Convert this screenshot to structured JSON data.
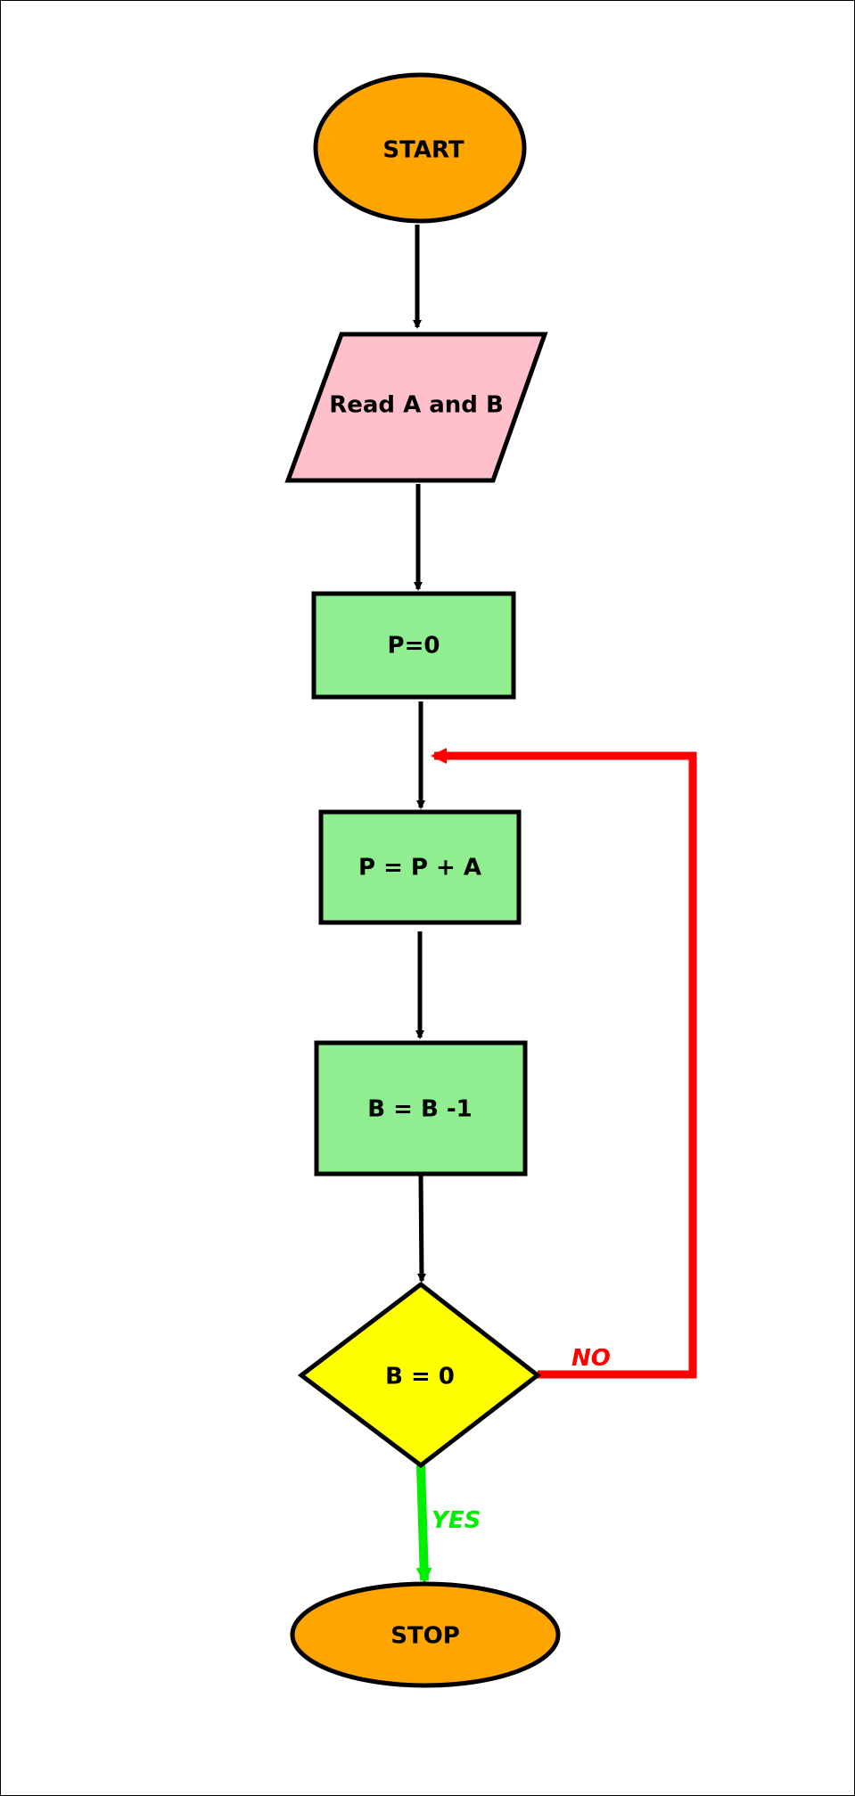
{
  "nodes": {
    "start": {
      "label": "START",
      "shape": "terminal",
      "fill": "#FFA500"
    },
    "input": {
      "label": "Read A and B",
      "shape": "input-output",
      "fill": "#FFC0CB"
    },
    "init": {
      "label": "P=0",
      "shape": "process",
      "fill": "#90EE90"
    },
    "add": {
      "label": "P = P + A",
      "shape": "process",
      "fill": "#90EE90"
    },
    "decrement": {
      "label": "B = B -1",
      "shape": "process",
      "fill": "#90EE90"
    },
    "decision": {
      "label": "B = 0",
      "shape": "decision",
      "fill": "#FFFF00"
    },
    "stop": {
      "label": "STOP",
      "shape": "terminal",
      "fill": "#FFA500"
    }
  },
  "edges": {
    "yes": {
      "from": "decision",
      "to": "stop",
      "label": "YES",
      "color": "#00EE00"
    },
    "no": {
      "from": "decision",
      "to": "add",
      "label": "NO",
      "color": "#FF0000"
    }
  },
  "colors": {
    "stroke": "#000000",
    "arrow": "#000000"
  }
}
